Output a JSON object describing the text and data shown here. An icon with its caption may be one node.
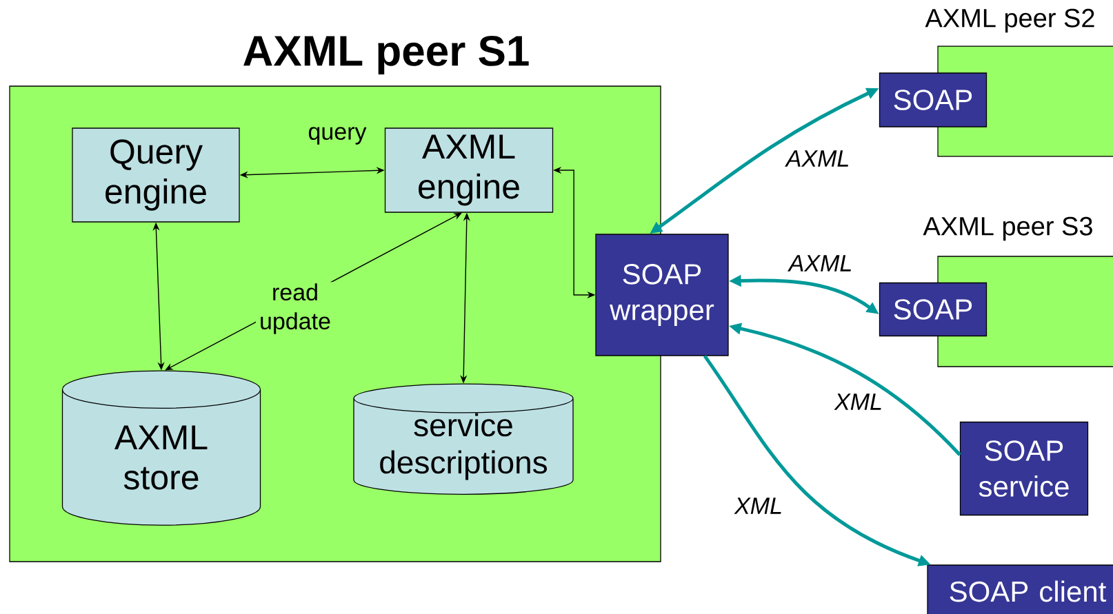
{
  "diagram": {
    "nodes": [
      {
        "text": [
          "AXML peer S1"
        ]
      },
      {
        "text": [
          "Query engine"
        ],
        "in": 0
      },
      {
        "text": [
          "AXML engine"
        ],
        "in": 0
      },
      {
        "text": [
          "AXML store"
        ],
        "in": 0
      },
      {
        "text": [
          "service descriptions"
        ],
        "in": 0
      },
      {
        "text": [
          "SOAP wrapper"
        ]
      },
      {
        "text": [
          "AXML peer S2"
        ]
      },
      {
        "text": [
          "SOAP"
        ]
      },
      {
        "text": [
          "AXML peer S3"
        ]
      },
      {
        "text": [
          "SOAP"
        ]
      },
      {
        "text": [
          "SOAP service"
        ]
      },
      {
        "text": [
          "SOAP client"
        ]
      }
    ],
    "edges": [
      {
        "from": 1,
        "to": 2,
        "arrow": "both",
        "label": "query"
      },
      {
        "from": 1,
        "to": 3,
        "arrow": "both"
      },
      {
        "from": 2,
        "to": 3,
        "arrow": "both",
        "label": "read update"
      },
      {
        "from": 2,
        "to": 4,
        "arrow": "both"
      },
      {
        "from": 2,
        "to": 5,
        "arrow": "both"
      },
      {
        "from": 5,
        "to": 7,
        "arrow": "both",
        "label": "AXML",
        "style": "thick",
        "color": "#009999"
      },
      {
        "from": 5,
        "to": 9,
        "arrow": "both",
        "label": "AXML",
        "style": "thick",
        "color": "#009999"
      },
      {
        "from": 10,
        "to": 5,
        "arrow": "to",
        "label": "XML",
        "style": "thick",
        "color": "#009999"
      },
      {
        "from": 5,
        "to": 11,
        "arrow": "to",
        "label": "XML",
        "style": "thick",
        "color": "#009999"
      }
    ]
  }
}
